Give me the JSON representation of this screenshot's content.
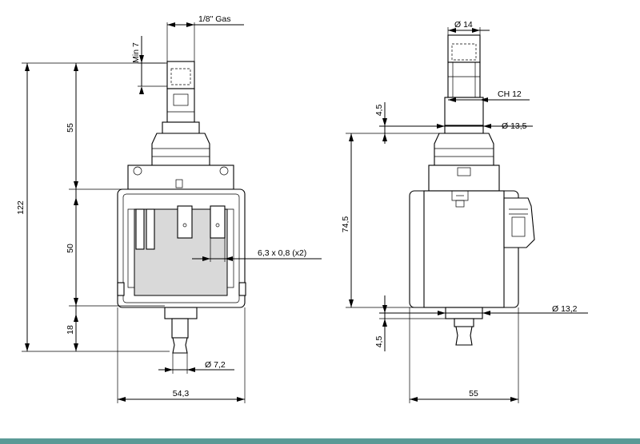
{
  "dimensions": {
    "left_view": {
      "thread": "1/8\" Gas",
      "min_len": "Min 7",
      "total_height": "122",
      "top_height": "55",
      "body_height": "50",
      "bottom_height": "18",
      "terminals": "6,3 x 0,8 (x2)",
      "outlet_dia": "Ø 7,2",
      "width": "54,3"
    },
    "right_view": {
      "top_dia": "Ø 14",
      "hex": "CH 12",
      "offset_top": "4,5",
      "neck_dia": "Ø 13,5",
      "body_height": "74,5",
      "bottom_dia": "Ø 13,2",
      "offset_bottom": "4,5",
      "width": "55"
    }
  },
  "colors": {
    "line": "#000000",
    "footer_bar": "#5a9a96"
  }
}
